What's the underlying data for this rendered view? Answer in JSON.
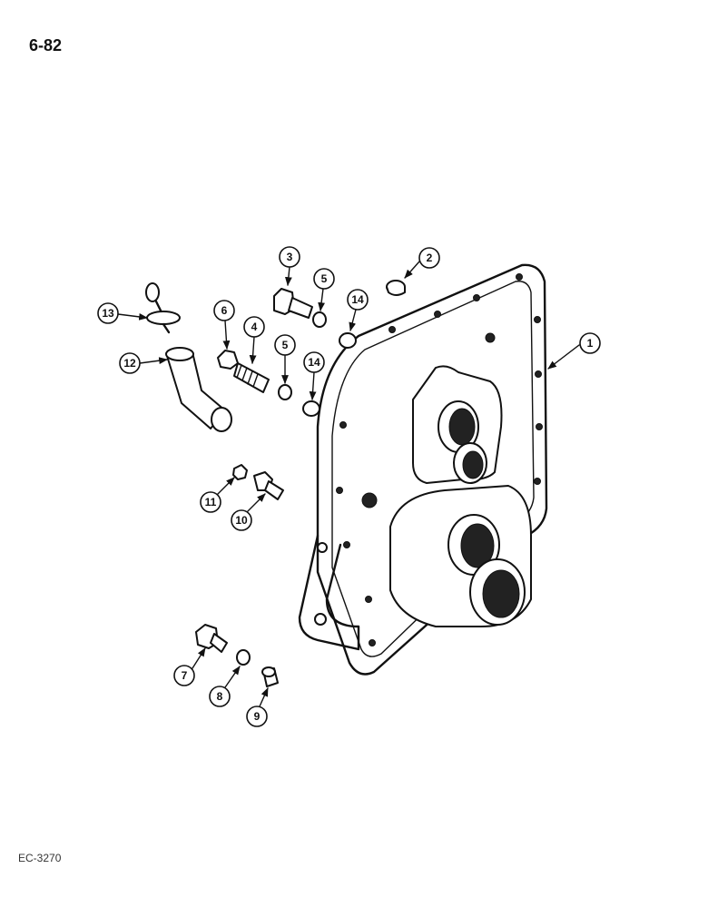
{
  "page_number": "6-82",
  "figure_code": "EC-3270",
  "callouts": [
    "1",
    "2",
    "3",
    "4",
    "5",
    "5",
    "6",
    "7",
    "8",
    "9",
    "10",
    "11",
    "12",
    "13",
    "14",
    "14"
  ]
}
